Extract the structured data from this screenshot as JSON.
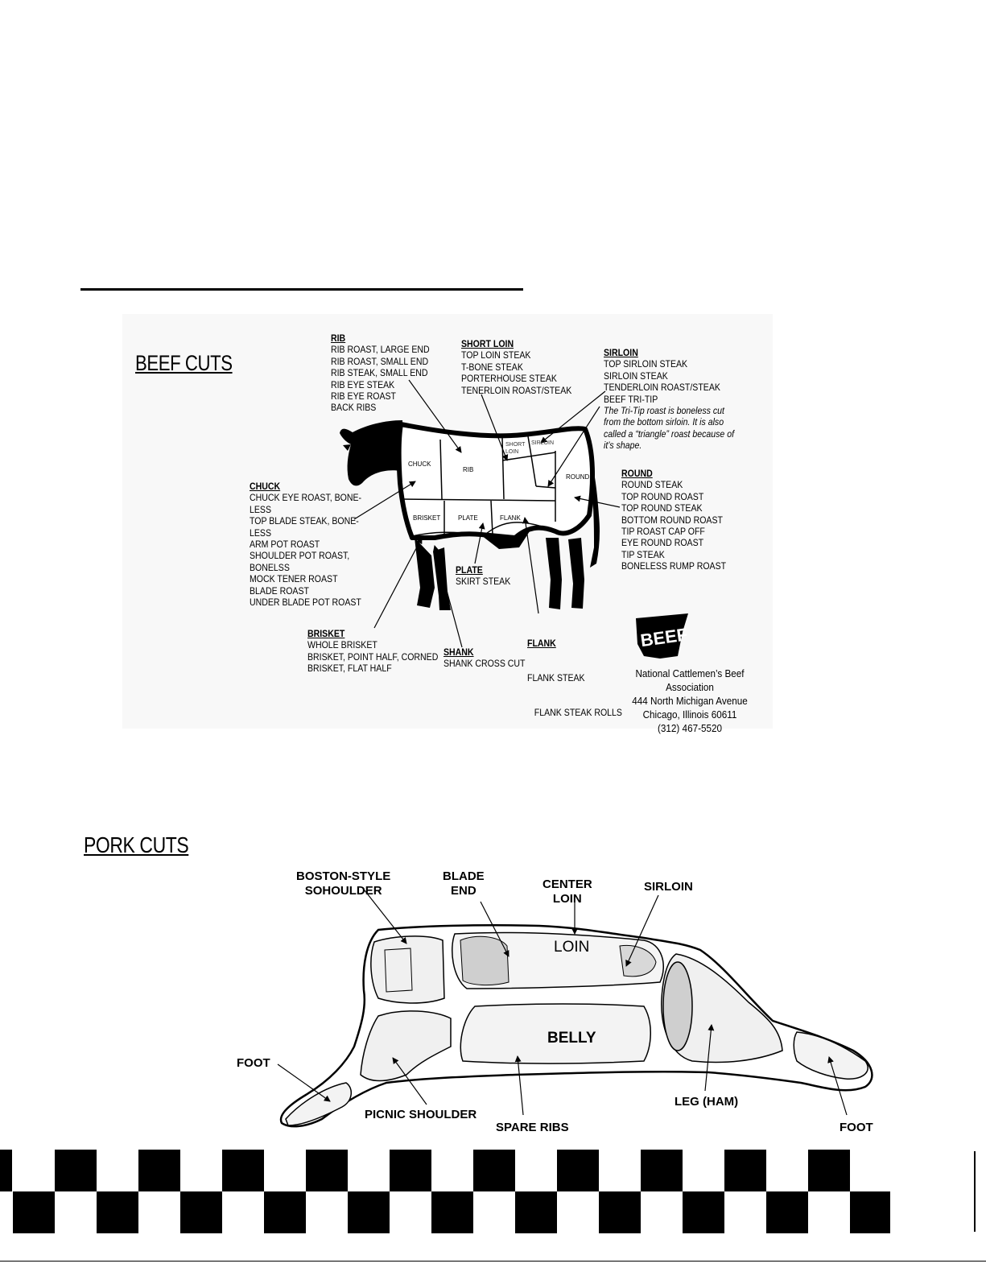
{
  "beef": {
    "title": "BEEF CUTS",
    "regions": {
      "chuck": "CHUCK",
      "rib": "RIB",
      "short_loin": "SHORT LOIN",
      "sirloin": "SIRLOIN",
      "round": "ROUND",
      "brisket": "BRISKET",
      "plate": "PLATE",
      "flank": "FLANK"
    },
    "groups": {
      "rib": {
        "heading": "RIB",
        "items": [
          "RIB ROAST, LARGE END",
          "RIB ROAST, SMALL END",
          "RIB STEAK, SMALL END",
          "RIB EYE STEAK",
          "RIB EYE ROAST",
          "BACK RIBS"
        ]
      },
      "short_loin": {
        "heading": "SHORT LOIN",
        "items": [
          "TOP LOIN STEAK",
          "T-BONE STEAK",
          "PORTERHOUSE STEAK",
          "TENERLOIN ROAST/STEAK"
        ]
      },
      "sirloin": {
        "heading": "SIRLOIN",
        "items": [
          "TOP SIRLOIN STEAK",
          "SIRLOIN STEAK",
          "TENDERLOIN ROAST/STEAK",
          "BEEF TRI-TIP"
        ],
        "note": [
          "The Tri-Tip roast is boneless cut",
          "from the bottom sirloin.  It is also",
          "called a “triangle” roast because of",
          "it’s shape."
        ]
      },
      "chuck": {
        "heading": "CHUCK",
        "items": [
          "CHUCK EYE ROAST, BONE-",
          "LESS",
          "TOP BLADE STEAK, BONE-",
          "LESS",
          "ARM POT ROAST",
          "SHOULDER POT ROAST,",
          "BONELSS",
          "MOCK TENER ROAST",
          "BLADE ROAST",
          "UNDER BLADE POT ROAST"
        ]
      },
      "round": {
        "heading": "ROUND",
        "items": [
          "ROUND STEAK",
          "TOP ROUND ROAST",
          "TOP ROUND STEAK",
          "BOTTOM ROUND ROAST",
          "TIP ROAST CAP OFF",
          "EYE ROUND ROAST",
          "TIP STEAK",
          "BONELESS RUMP ROAST"
        ]
      },
      "plate": {
        "heading": "PLATE",
        "items": [
          "SKIRT STEAK"
        ]
      },
      "brisket": {
        "heading": "BRISKET",
        "items": [
          "WHOLE BRISKET",
          "BRISKET, POINT HALF, CORNED",
          "BRISKET, FLAT HALF"
        ]
      },
      "shank": {
        "heading": "SHANK",
        "items": [
          "SHANK CROSS CUT"
        ]
      },
      "flank": {
        "heading": "FLANK",
        "items": [
          "FLANK STEAK",
          "   FLANK STEAK ROLLS"
        ]
      }
    },
    "logo_text": "BEEF",
    "association": [
      "National Cattlemen’s Beef Association",
      "444 North Michigan Avenue",
      "Chicago, Illinois 60611",
      "(312) 467-5520"
    ]
  },
  "pork": {
    "title": "PORK CUTS",
    "labels": {
      "boston_line1": "BOSTON-STYLE",
      "boston_line2": "SOHOULDER",
      "blade_line1": "BLADE",
      "blade_line2": "END",
      "center_line1": "CENTER",
      "center_line2": "LOIN",
      "sirloin": "SIRLOIN",
      "foot_front": "FOOT",
      "picnic": "PICNIC SHOULDER",
      "spare_ribs": "SPARE RIBS",
      "leg": "LEG (HAM)",
      "foot_rear": "FOOT"
    },
    "regions": {
      "loin": "LOIN",
      "belly": "BELLY"
    }
  }
}
